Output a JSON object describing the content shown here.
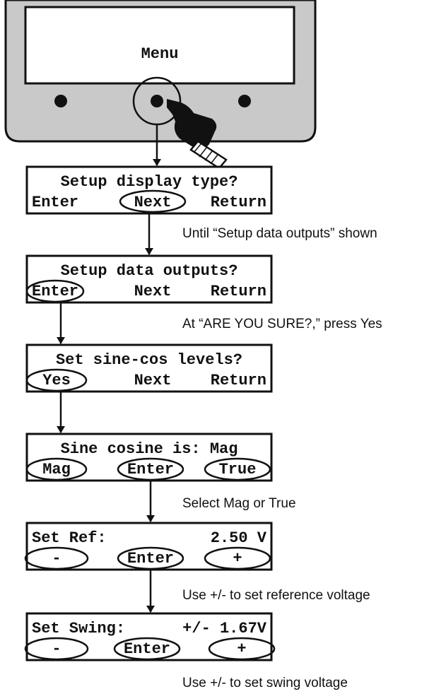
{
  "device": {
    "display_text": "Menu",
    "colors": {
      "bezel": "#c9c9c9",
      "screen": "#ffffff",
      "knob": "#111111"
    }
  },
  "screens": [
    {
      "line1": "Setup display type?",
      "left": "Enter",
      "center": "Next",
      "right": "Return",
      "selected": "center"
    },
    {
      "line1": "Setup data outputs?",
      "left": "Enter",
      "center": "Next",
      "right": "Return",
      "selected": "left"
    },
    {
      "line1": "Set sine-cos levels?",
      "left": "Yes",
      "center": "Next",
      "right": "Return",
      "selected": "left"
    },
    {
      "line1": "Sine cosine is: Mag",
      "left": "Mag",
      "center": "Enter",
      "right": "True",
      "selected": "all"
    },
    {
      "line1_left": "Set Ref:",
      "line1_right": "2.50 V",
      "left": "-",
      "center": "Enter",
      "right": "+",
      "selected": "all"
    },
    {
      "line1_left": "Set Swing:",
      "line1_right": "+/- 1.67V",
      "left": "-",
      "center": "Enter",
      "right": "+",
      "selected": "all"
    }
  ],
  "notes": {
    "after_screen1": "Until “Setup data outputs” shown",
    "after_screen2": "At “ARE YOU SURE?,” press Yes",
    "after_screen4": "Select Mag or True",
    "after_screen5": "Use +/- to set reference voltage",
    "after_screen6": "Use +/- to set swing voltage"
  }
}
